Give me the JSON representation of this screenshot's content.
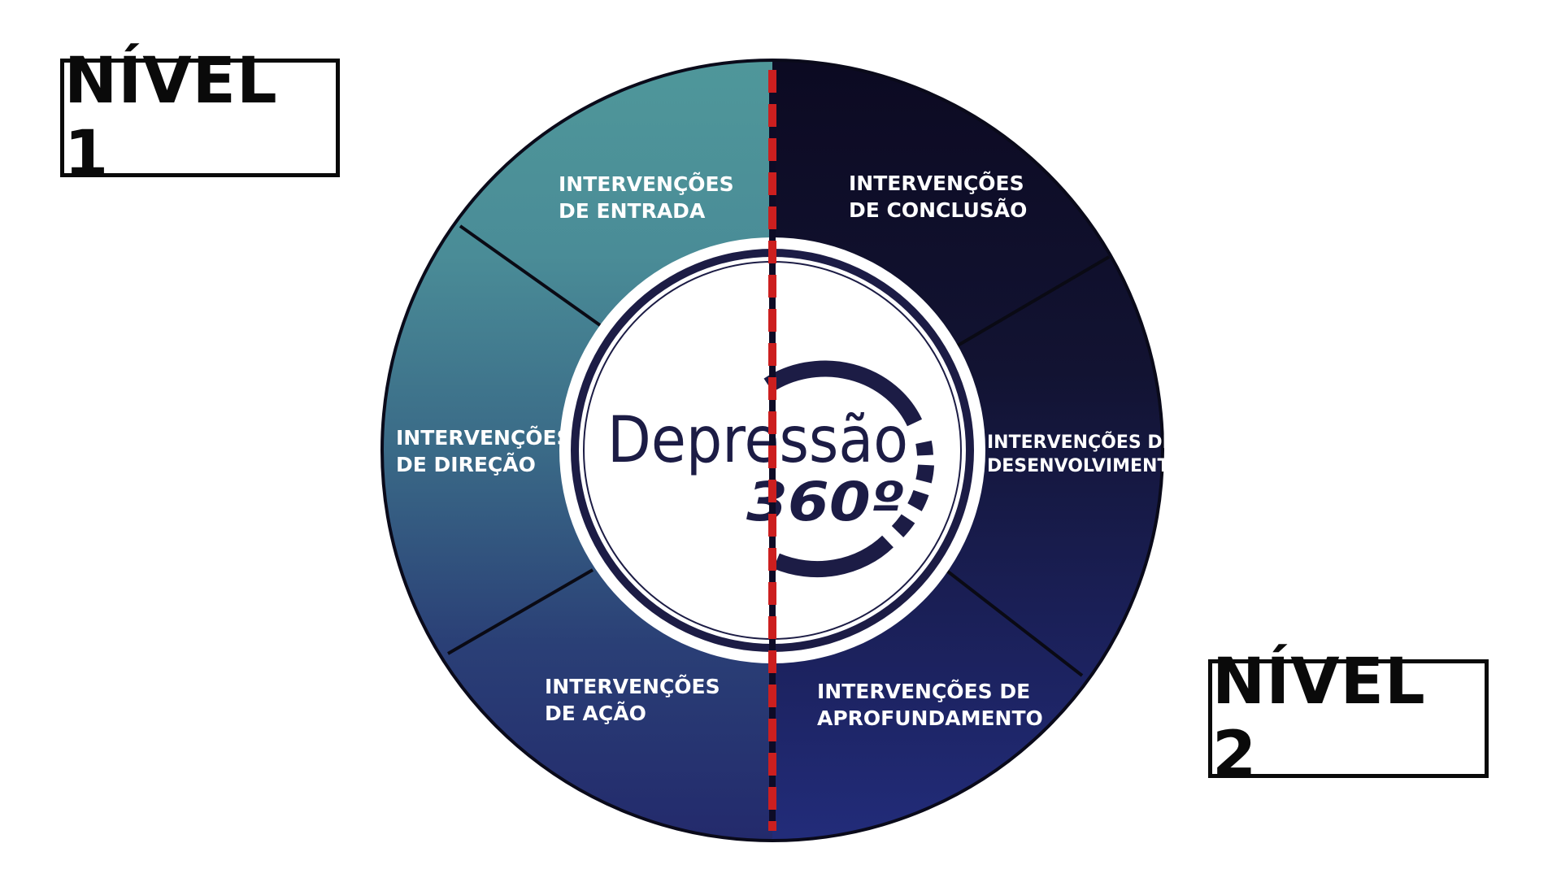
{
  "levels": {
    "left": "NÍVEL 1",
    "right": "NÍVEL 2"
  },
  "center_logo": {
    "word": "Depressão",
    "number": "360º"
  },
  "segments": [
    {
      "id": "entrada",
      "lines": [
        "INTERVENÇÕES",
        "DE ENTRADA"
      ]
    },
    {
      "id": "direcao",
      "lines": [
        "INTERVENÇÕES",
        "DE DIREÇÃO"
      ]
    },
    {
      "id": "acao",
      "lines": [
        "INTERVENÇÕES",
        "DE AÇÃO"
      ]
    },
    {
      "id": "conclusao",
      "lines": [
        "INTERVENÇÕES",
        "DE CONCLUSÃO"
      ]
    },
    {
      "id": "desenvolvimento",
      "lines": [
        "INTERVENÇÕES DE",
        "DESENVOLVIMENTO"
      ]
    },
    {
      "id": "aprofundamento",
      "lines": [
        "INTERVENÇÕES DE",
        "APROFUNDAMENTO"
      ]
    }
  ],
  "colors": {
    "teal_light": "#4d9399",
    "teal_mid": "#3d6f88",
    "navy_left": "#25296a",
    "navy_dark": "#0d0b26",
    "navy_right_bottom": "#232c79",
    "divider_red": "#cc1f1f",
    "logo_navy": "#1c1c45"
  }
}
